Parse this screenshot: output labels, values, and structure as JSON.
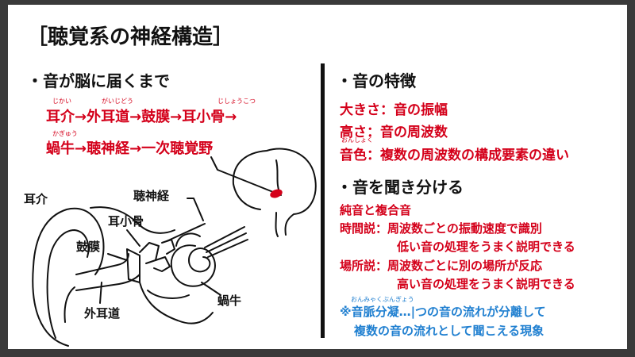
{
  "title": "［聴覚系の神経構造］",
  "left": {
    "heading": "・音が脳に届くまで",
    "path_line1": "耳介→外耳道→鼓膜→耳小骨→",
    "path_line2": "蝸牛→聴神経→一次聴覚野",
    "ruby": {
      "jikai": "じかい",
      "gaijidou": "がいじどう",
      "jishoukotsu": "じしょうこつ",
      "kagyuu": "かぎゅう"
    },
    "diagram_labels": {
      "pinna": "耳介",
      "auditory_nerve": "聴神経",
      "ossicles": "耳小骨",
      "eardrum": "鼓膜",
      "ear_canal": "外耳道",
      "cochlea": "蝸牛"
    }
  },
  "right": {
    "heading1": "・音の特徴",
    "features": [
      "大きさ：音の振幅",
      "高さ：音の周波数",
      "音色：複数の周波数の構成要素の違い"
    ],
    "ruby_onshoku": "おんしょく",
    "heading2": "・音を聞き分ける",
    "pure_complex": "純音と複合音",
    "time_theory_1": "時間説：周波数ごとの振動速度で識別",
    "time_theory_2": "低い音の処理をうまく説明できる",
    "place_theory_1": "場所説：周波数ごとに別の場所が反応",
    "place_theory_2": "高い音の処理をうまく説明できる",
    "ruby_stream": "おんみゃくぶんぎょう",
    "stream_1": "※音脈分凝…|つの音の流れが分離して",
    "stream_2": "複数の音の流れとして聞こえる現象"
  },
  "colors": {
    "red": "#d4001a",
    "blue": "#1f7fd0",
    "frame": "#3a3a3a"
  }
}
